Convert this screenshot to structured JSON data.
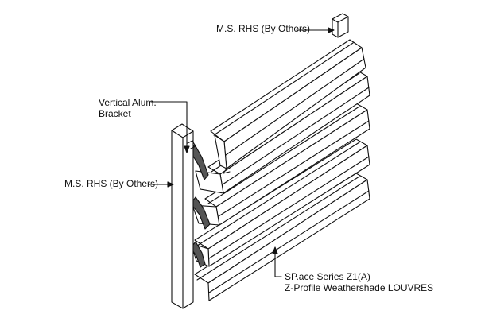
{
  "labels": {
    "rhs_top": "M.S. RHS (By Others)",
    "bracket_line1": "Vertical Alum.",
    "bracket_line2": "Bracket",
    "rhs_left": "M.S. RHS (By Others)",
    "series_line1": "SP.ace Series Z1(A)",
    "series_line2": "Z-Profile Weathershade LOUVRES"
  },
  "colors": {
    "line": "#111111",
    "background": "#ffffff",
    "bracket_fill": "#555555"
  }
}
